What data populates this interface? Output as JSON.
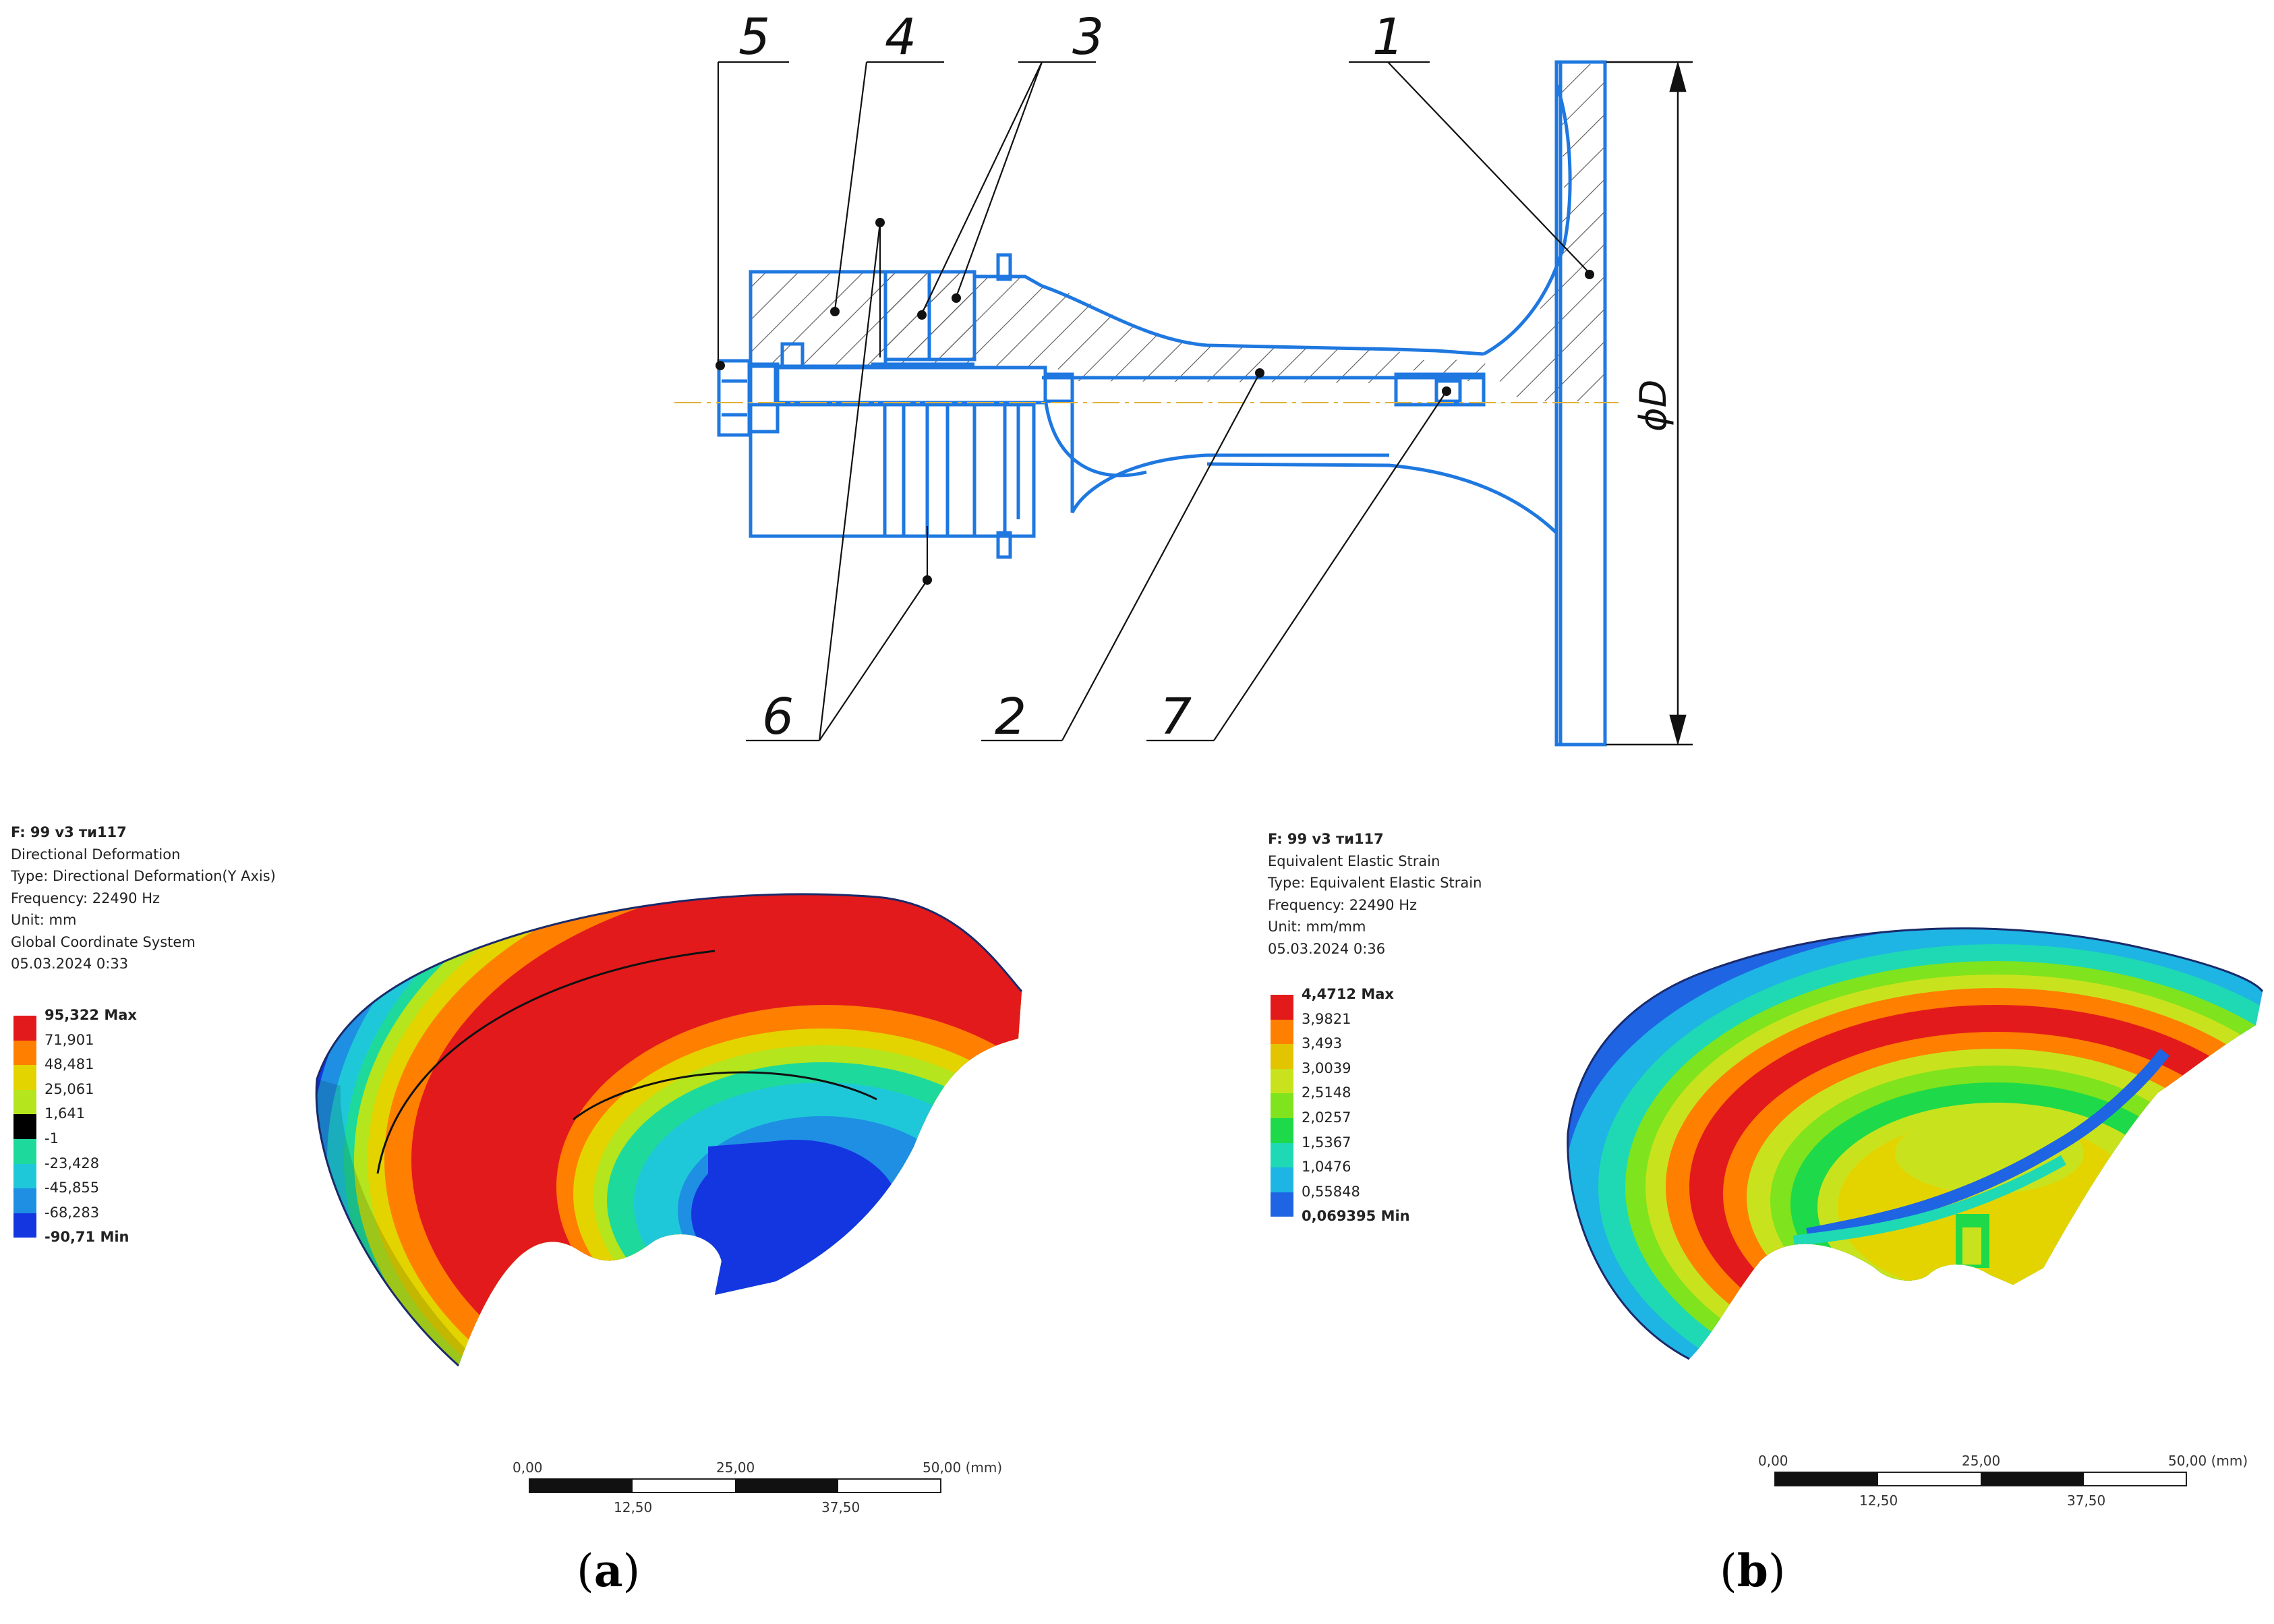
{
  "drawing": {
    "callouts": [
      "1",
      "2",
      "3",
      "4",
      "5",
      "6",
      "7"
    ],
    "dimension_label": "ϕD",
    "line_color": "#1f78e0"
  },
  "panel_a": {
    "info_lines": [
      "F: 99 v3 ти117",
      "Directional Deformation",
      "Type: Directional Deformation(Y Axis)",
      "Frequency: 22490 Hz",
      "Unit: mm",
      "Global Coordinate System",
      "05.03.2024 0:33"
    ],
    "legend": {
      "labels": [
        "95,322 Max",
        "71,901",
        "48,481",
        "25,061",
        "1,641",
        "-1",
        "-23,428",
        "-45,855",
        "-68,283"
      ],
      "min_label": "-90,71 Min",
      "colors": [
        "#e31a1c",
        "#ff7f00",
        "#e3d400",
        "#b5e51d",
        "#000000",
        "#1ed99c",
        "#1ec8d9",
        "#1e8fe3",
        "#1436e0"
      ]
    },
    "scale_bar": {
      "top_labels": [
        "0,00",
        "25,00",
        "50,00 (mm)"
      ],
      "bottom_labels": [
        "12,50",
        "37,50"
      ]
    },
    "caption": {
      "open": "(",
      "letter": "a",
      "close": ")"
    }
  },
  "panel_b": {
    "info_lines": [
      "F: 99 v3 ти117",
      "Equivalent Elastic Strain",
      "Type: Equivalent Elastic Strain",
      "Frequency: 22490 Hz",
      "Unit: mm/mm",
      "05.03.2024 0:36"
    ],
    "legend": {
      "labels": [
        "4,4712 Max",
        "3,9821",
        "3,493",
        "3,0039",
        "2,5148",
        "2,0257",
        "1,5367",
        "1,0476",
        "0,55848"
      ],
      "min_label": "0,069395 Min",
      "colors": [
        "#e31a1c",
        "#ff7f00",
        "#e3c400",
        "#c8e31d",
        "#7fe31d",
        "#1ed94a",
        "#1ed9b4",
        "#1eb4e3",
        "#1e64e3"
      ]
    },
    "scale_bar": {
      "top_labels": [
        "0,00",
        "25,00",
        "50,00 (mm)"
      ],
      "bottom_labels": [
        "12,50",
        "37,50"
      ]
    },
    "caption": {
      "open": "(",
      "letter": "b",
      "close": ")"
    }
  }
}
